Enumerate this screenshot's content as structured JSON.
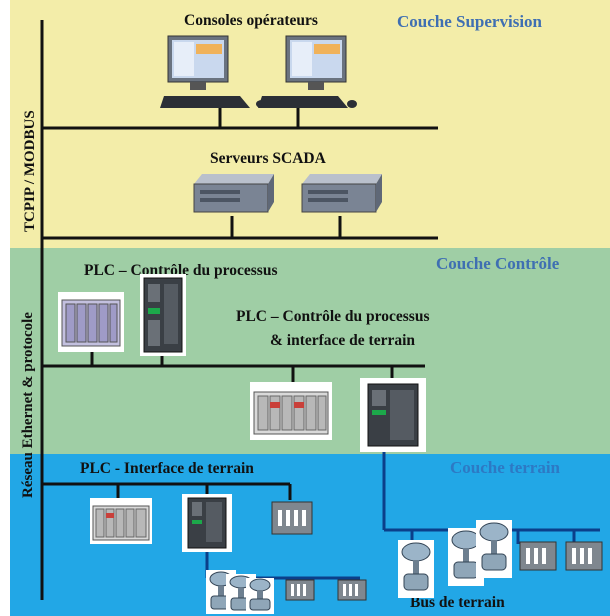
{
  "layers": {
    "supervision": "Couche Supervision",
    "control": "Couche Contrôle",
    "field": "Couche terrain"
  },
  "labels": {
    "consoles": "Consoles opérateurs",
    "servers": "Serveurs SCADA",
    "plc_process": "PLC – Contrôle du processus",
    "plc_process_field_1": "PLC – Contrôle du processus",
    "plc_process_field_2": "& interface de terrain",
    "plc_field": "PLC - Interface de terrain",
    "fieldbus": "Bus de terrain"
  },
  "network": {
    "protocol_top": "TCPIP / MODBUS",
    "protocol_bottom": "Réseau Ethernet & protocole"
  },
  "colors": {
    "supervision_band": "#f3eda9",
    "control_band": "#9fcea5",
    "field_band": "#22a7e6",
    "layer_title": "#3f6fb2",
    "wire": "#111111"
  }
}
